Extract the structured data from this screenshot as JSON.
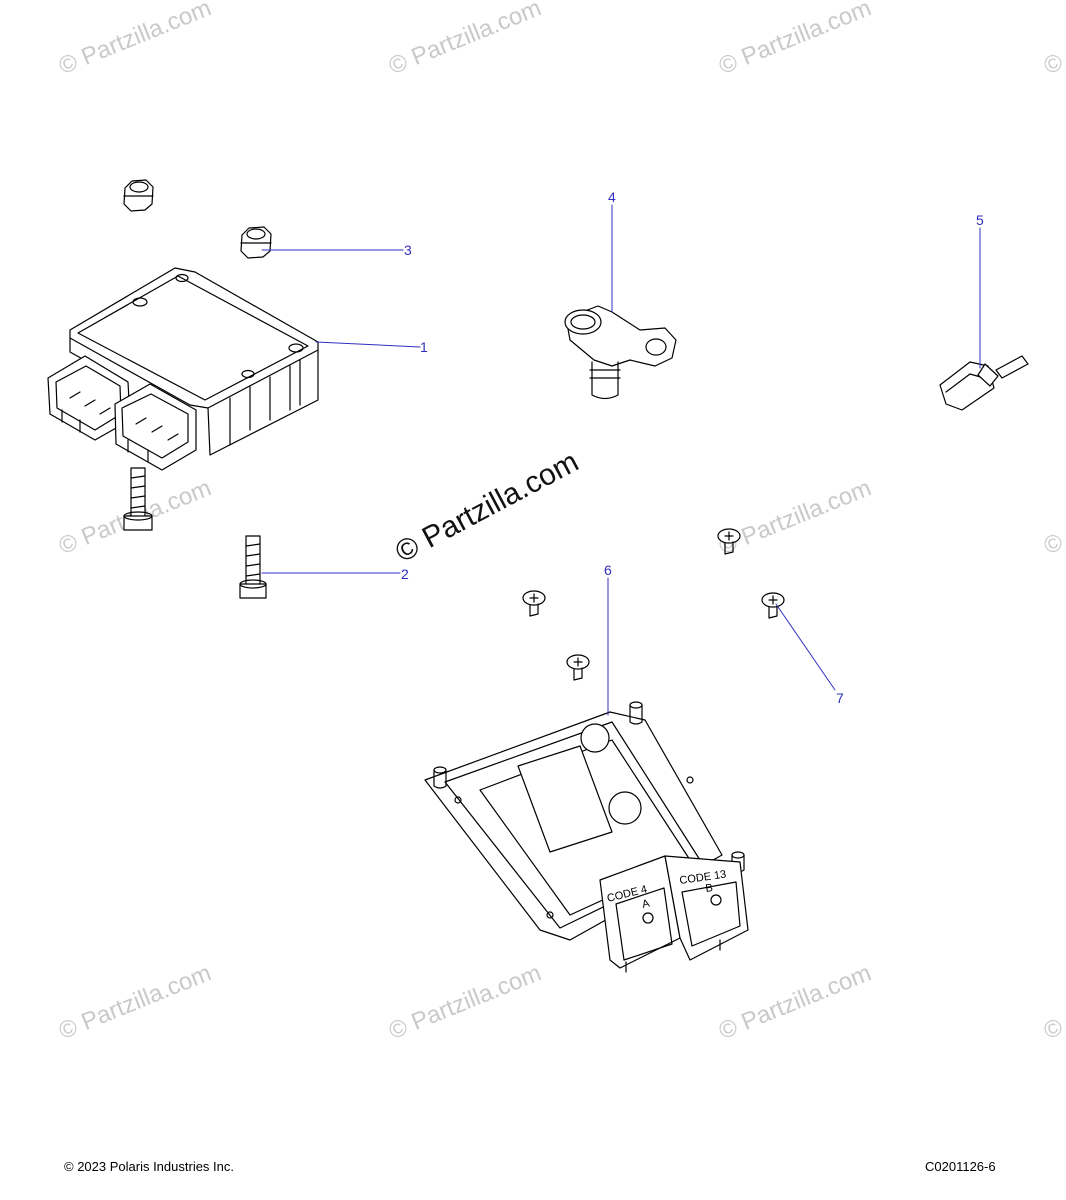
{
  "watermark": {
    "text": "© Partzilla.com",
    "main_text": "© Partzilla.com"
  },
  "callouts": [
    "1",
    "2",
    "3",
    "4",
    "5",
    "6",
    "7"
  ],
  "ecu_labels": {
    "code_a": "CODE 4",
    "letter_a": "A",
    "code_b": "CODE 13",
    "letter_b": "B"
  },
  "footer": {
    "copyright": "© 2023 Polaris Industries Inc.",
    "diagram_id": "C0201126-6"
  },
  "colors": {
    "callout": "#3030c0",
    "watermark": "#c9c9c9",
    "line_art": "#000000"
  }
}
